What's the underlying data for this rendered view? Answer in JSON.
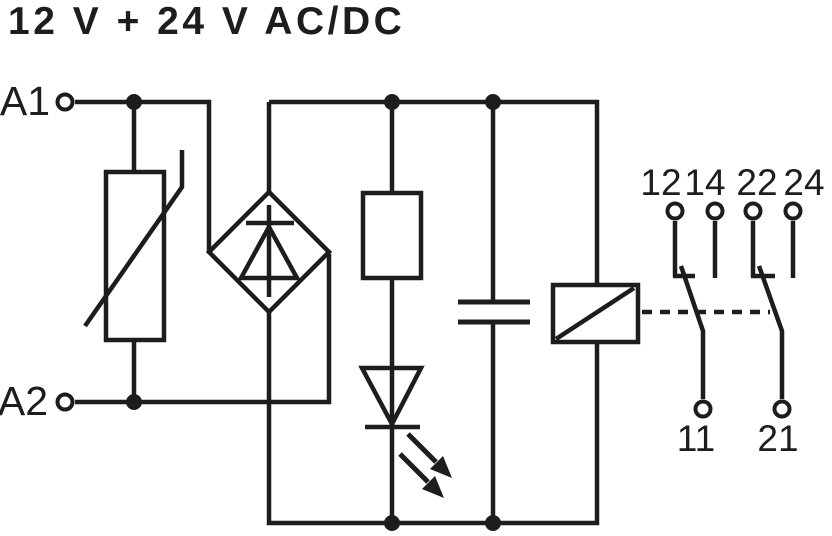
{
  "title": "12 V + 24 V AC/DC",
  "colors": {
    "line": "#1d1d1b",
    "background": "#ffffff"
  },
  "terminals": {
    "coil": [
      {
        "label": "A1"
      },
      {
        "label": "A2"
      }
    ],
    "contacts_top": [
      {
        "label": "12"
      },
      {
        "label": "14"
      },
      {
        "label": "22"
      },
      {
        "label": "24"
      }
    ],
    "contacts_bottom": [
      {
        "label": "11"
      },
      {
        "label": "21"
      }
    ]
  },
  "symbols": {
    "varistor": "varistor",
    "bridge_rectifier": "bridge-rectifier-diode",
    "resistor": "resistor",
    "led": "led-with-emission-arrows",
    "capacitor": "capacitor",
    "relay_coil": "relay-coil",
    "mechanical_link": "dashed-mechanical-link",
    "contact_1": "changeover-contact-11-12-14",
    "contact_2": "changeover-contact-21-22-24"
  }
}
